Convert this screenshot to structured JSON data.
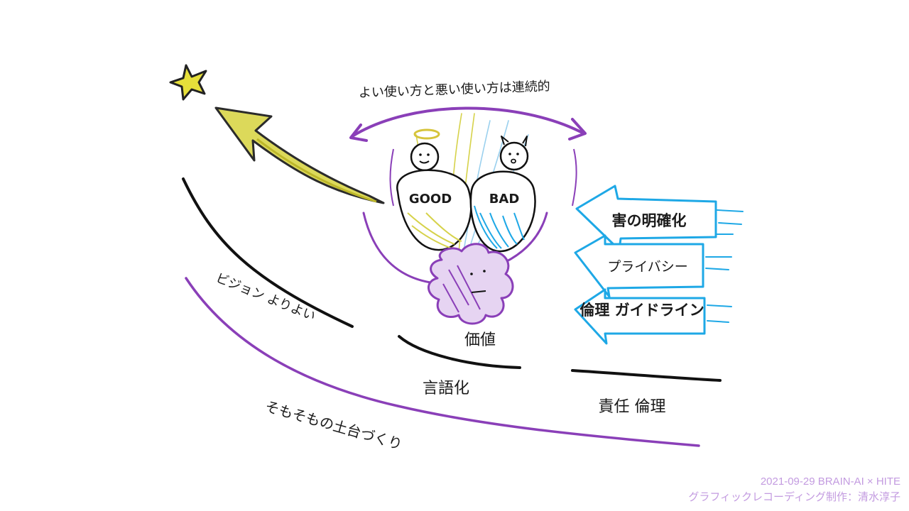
{
  "arc_label": "よい使い方と悪い使い方は連続的",
  "good_label": "GOOD",
  "bad_label": "BAD",
  "value_label": "価値",
  "vision_label": "ビジョン よりよい",
  "verbalize_label": "言語化",
  "responsibility_label": "責任 倫理",
  "foundation_label": "そもそもの土台づくり",
  "arrow_labels": [
    "害の明確化",
    "プライバシー",
    "倫理 ガイドライン"
  ],
  "credit_line1": "2021-09-29 BRAIN-AI × HITE",
  "credit_line2": "グラフィックレコーディング制作：清水淳子",
  "colors": {
    "purple": "#8a3fb8",
    "yellow": "#d6d24a",
    "blue": "#1ea8e6",
    "lavender_text": "#c39be0"
  }
}
